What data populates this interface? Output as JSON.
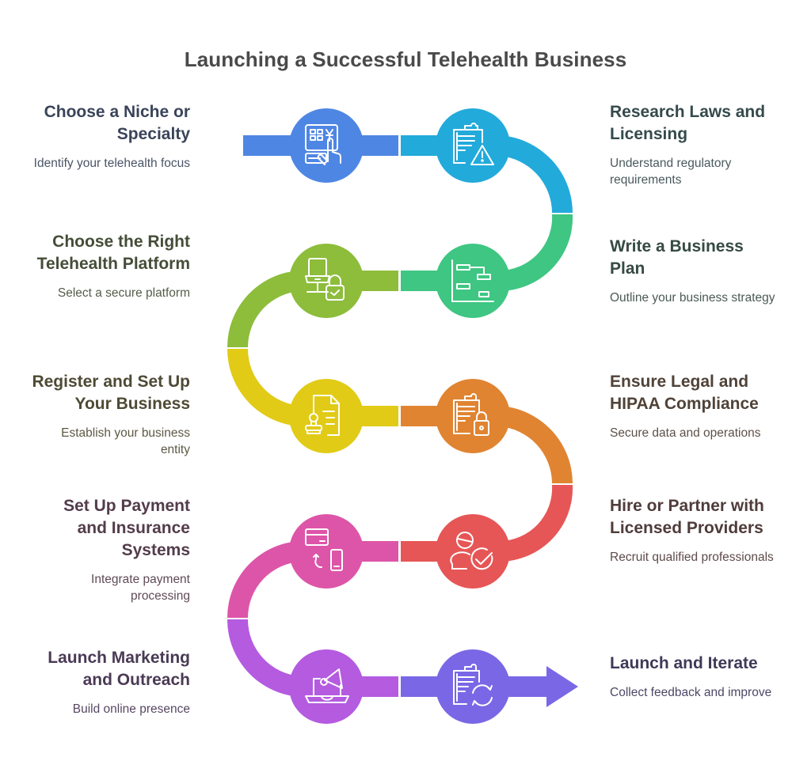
{
  "title": "Launching a Successful Telehealth Business",
  "steps": [
    {
      "title": "Choose a Niche or Specialty",
      "desc": "Identify your telehealth focus",
      "icon": "touch-screen-kiosk-icon",
      "color": "#4e86e4",
      "text_color": "#3a4459",
      "desc_color": "#4a5466"
    },
    {
      "title": "Research Laws and Licensing",
      "desc": "Understand regulatory requirements",
      "icon": "clipboard-warning-icon",
      "color": "#22aadb",
      "text_color": "#354a4c",
      "desc_color": "#4a5a5c"
    },
    {
      "title": "Write a Business Plan",
      "desc": "Outline your business strategy",
      "icon": "gantt-chart-icon",
      "color": "#3ec682",
      "text_color": "#354a42",
      "desc_color": "#4a5a52"
    },
    {
      "title": "Choose the Right Telehealth Platform",
      "desc": "Select a secure platform",
      "icon": "secure-computer-icon",
      "color": "#8dbd3b",
      "text_color": "#454d38",
      "desc_color": "#555c48"
    },
    {
      "title": "Register and Set Up Your Business",
      "desc": "Establish your business entity",
      "icon": "stamp-document-icon",
      "color": "#e1cb16",
      "text_color": "#4d4a35",
      "desc_color": "#5c5945"
    },
    {
      "title": "Ensure Legal and HIPAA Compliance",
      "desc": "Secure data and operations",
      "icon": "clipboard-lock-icon",
      "color": "#e08431",
      "text_color": "#4f4238",
      "desc_color": "#5e5148"
    },
    {
      "title": "Hire or Partner with Licensed Providers",
      "desc": "Recruit qualified professionals",
      "icon": "user-check-icon",
      "color": "#e65656",
      "text_color": "#4f3c3b",
      "desc_color": "#5e4b4a"
    },
    {
      "title": "Set Up Payment and Insurance Systems",
      "desc": "Integrate payment processing",
      "icon": "card-to-phone-icon",
      "color": "#dd55a8",
      "text_color": "#533c4a",
      "desc_color": "#604a57"
    },
    {
      "title": "Launch Marketing and Outreach",
      "desc": "Build online presence",
      "icon": "laptop-megaphone-icon",
      "color": "#b45be0",
      "text_color": "#4a3a55",
      "desc_color": "#574862"
    },
    {
      "title": "Launch and Iterate",
      "desc": "Collect feedback and improve",
      "icon": "clipboard-refresh-icon",
      "color": "#7a67e6",
      "text_color": "#3d3a58",
      "desc_color": "#4b4866"
    }
  ]
}
